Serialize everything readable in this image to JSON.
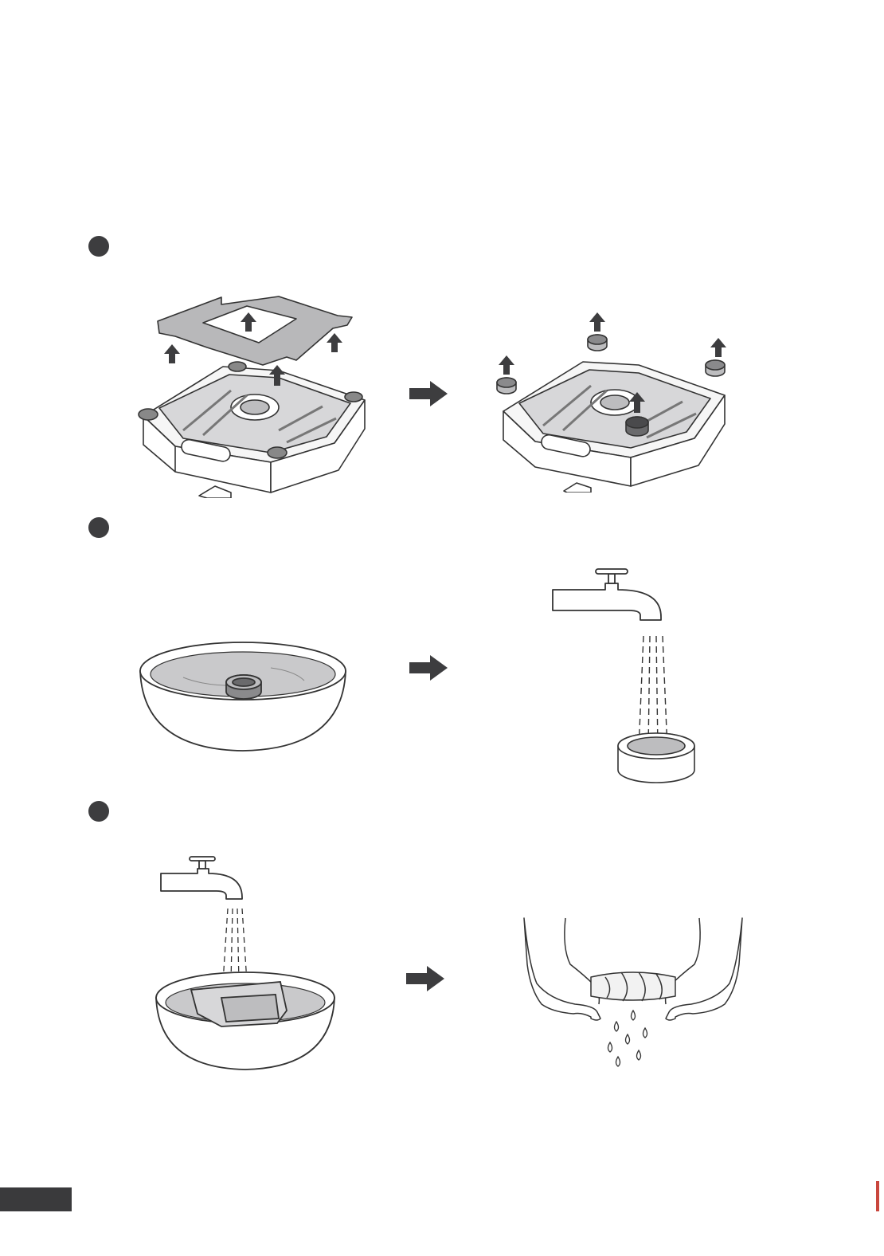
{
  "steps": [
    {
      "marker": "step-1"
    },
    {
      "marker": "step-2"
    },
    {
      "marker": "step-3"
    }
  ],
  "colors": {
    "ink": "#3d3d3f",
    "line": "#333333",
    "pad_fill": "#b8b8ba",
    "water": "#c9c9cb",
    "accent": "#c9463d"
  }
}
